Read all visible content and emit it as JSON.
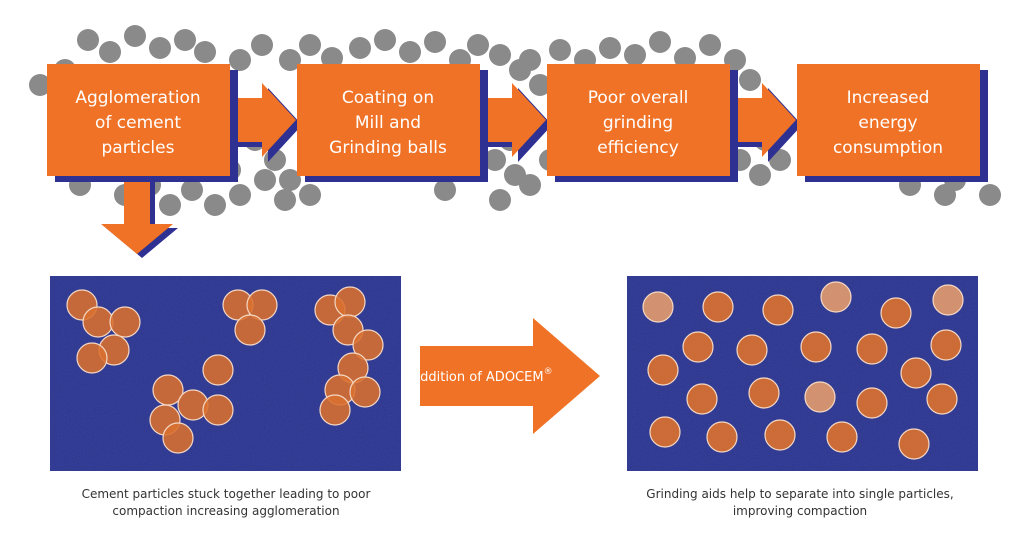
{
  "process_steps": [
    {
      "lines": [
        "Agglomeration",
        "of cement",
        "particles"
      ]
    },
    {
      "lines": [
        "Coating on",
        "Mill and",
        "Grinding balls"
      ]
    },
    {
      "lines": [
        "Poor overall",
        "grinding",
        "efficiency"
      ]
    },
    {
      "lines": [
        "Increased",
        "energy",
        "consumption"
      ]
    }
  ],
  "transition": {
    "label": "Addition of ADOCEM",
    "mark": "®"
  },
  "panels": {
    "before": {
      "caption_lines": [
        "Cement particles stuck together leading to poor",
        "compaction increasing agglomeration"
      ]
    },
    "after": {
      "caption_lines": [
        "Grinding aids help to separate into single particles,",
        "improving compaction"
      ]
    }
  },
  "colors": {
    "orange": "#f07226",
    "shadow": "#2e3192",
    "panel": "#2b3591",
    "particle": "#d9702f",
    "particle_light": "#e09a6e",
    "grey_particle": "#8a8a8a",
    "text_dark": "#333333"
  }
}
